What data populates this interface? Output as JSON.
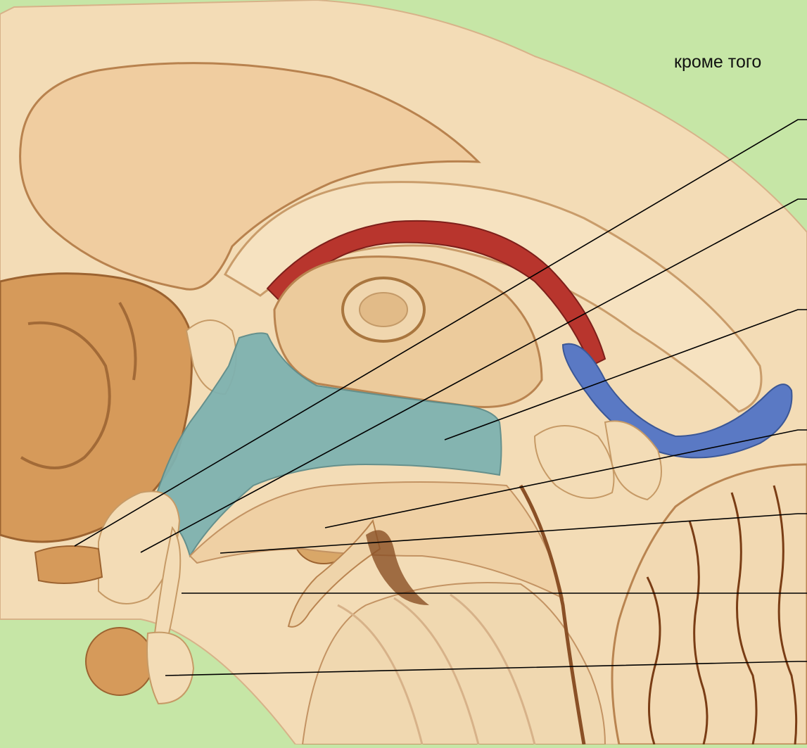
{
  "caption": "кроме того",
  "colors": {
    "background": "#c6e6a6",
    "tissue_light": "#f3dcb6",
    "tissue_mid": "#e8be8a",
    "tissue_dark": "#c9874b",
    "ventricle": "#7fb2b0",
    "artery": "#b8352d",
    "vein": "#5a79c4",
    "leader_line": "#000000"
  },
  "pointers": [
    {
      "id": "pointer-1",
      "label": ""
    },
    {
      "id": "pointer-2",
      "label": ""
    },
    {
      "id": "pointer-3",
      "label": ""
    },
    {
      "id": "pointer-4",
      "label": ""
    },
    {
      "id": "pointer-5",
      "label": ""
    },
    {
      "id": "pointer-6",
      "label": ""
    },
    {
      "id": "pointer-7",
      "label": ""
    }
  ]
}
